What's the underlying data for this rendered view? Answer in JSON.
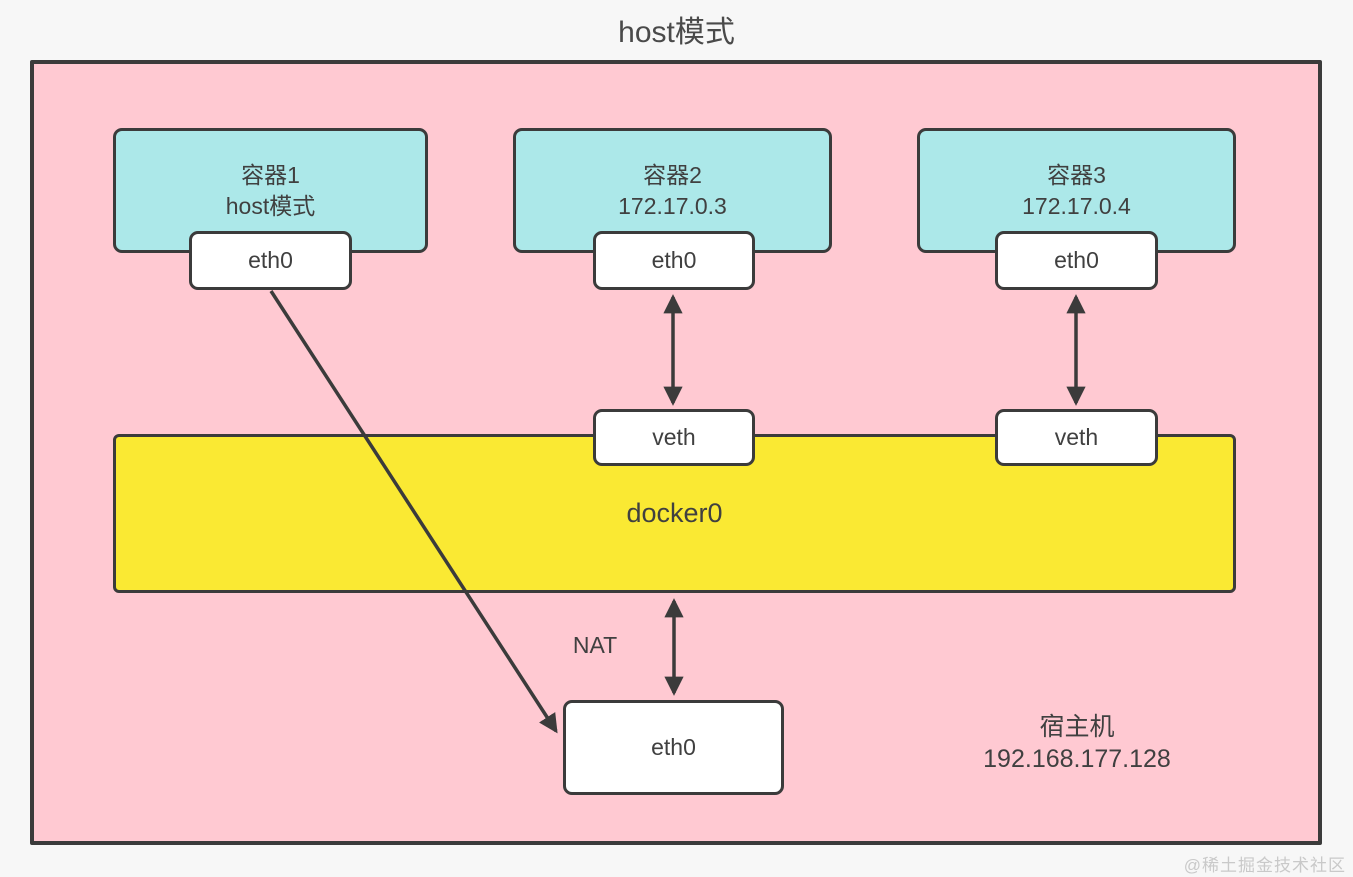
{
  "title": "host模式",
  "containers": [
    {
      "name": "容器1",
      "detail": "host模式",
      "iface": "eth0"
    },
    {
      "name": "容器2",
      "detail": "172.17.0.3",
      "iface": "eth0"
    },
    {
      "name": "容器3",
      "detail": "172.17.0.4",
      "iface": "eth0"
    }
  ],
  "bridge": {
    "label": "docker0",
    "veths": [
      "veth",
      "veth"
    ]
  },
  "nat_label": "NAT",
  "host": {
    "name": "宿主机",
    "ip": "192.168.177.128",
    "iface": "eth0"
  },
  "watermark": "@稀土掘金技术社区",
  "colors": {
    "bg": "#f7f7f7",
    "pink": "#ffc9d2",
    "cyan": "#ace8e9",
    "yellow": "#fae933",
    "line": "#3b3b3b",
    "text": "#404040",
    "title-color": "#4a4a4a",
    "watermark-color": "#c9c9c9"
  }
}
